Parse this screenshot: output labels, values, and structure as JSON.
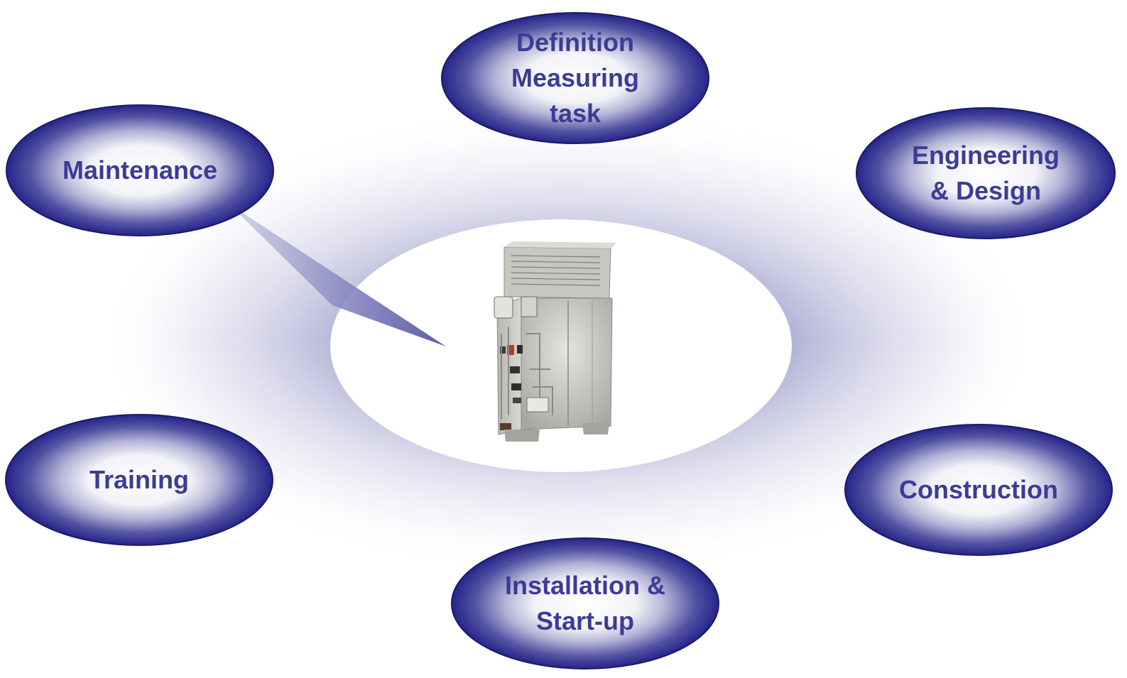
{
  "diagram": {
    "center": {
      "image_name": "analyzer-cabinet"
    },
    "nodes": [
      {
        "id": "definition",
        "lines": [
          "Definition",
          "Measuring",
          "task"
        ]
      },
      {
        "id": "engineering",
        "lines": [
          "Engineering",
          "& Design"
        ]
      },
      {
        "id": "construction",
        "lines": [
          "Construction"
        ]
      },
      {
        "id": "installation",
        "lines": [
          "Installation &",
          "Start-up"
        ]
      },
      {
        "id": "training",
        "lines": [
          "Training"
        ]
      },
      {
        "id": "maintenance",
        "lines": [
          "Maintenance"
        ]
      }
    ],
    "colors": {
      "node_fill_dark": "#2a2a8a",
      "node_fill_light": "#ffffff",
      "node_text": "#3c3c96",
      "ring_tint": "#6d6daf",
      "center_fill": "#ffffff"
    }
  }
}
